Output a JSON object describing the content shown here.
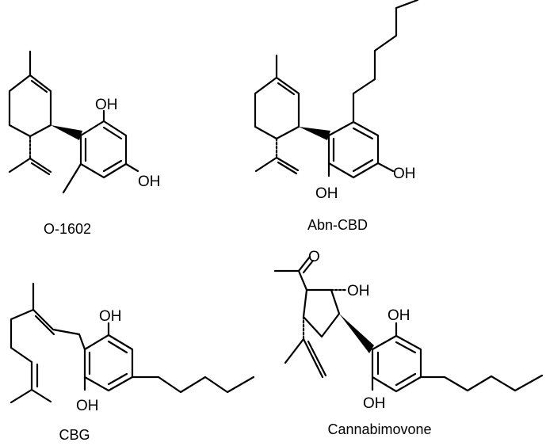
{
  "molecules": [
    {
      "id": "o1602",
      "name": "O-1602",
      "atoms": [
        "OH",
        "OH"
      ]
    },
    {
      "id": "abncbd",
      "name": "Abn-CBD",
      "atoms": [
        "OH",
        "OH"
      ]
    },
    {
      "id": "cbg",
      "name": "CBG",
      "atoms": [
        "OH",
        "OH"
      ]
    },
    {
      "id": "cannabimovone",
      "name": "Cannabimovone",
      "atoms": [
        "O",
        "OH",
        "OH",
        "OH"
      ]
    }
  ],
  "colors": {
    "ink": "#000000",
    "background": "#ffffff"
  }
}
